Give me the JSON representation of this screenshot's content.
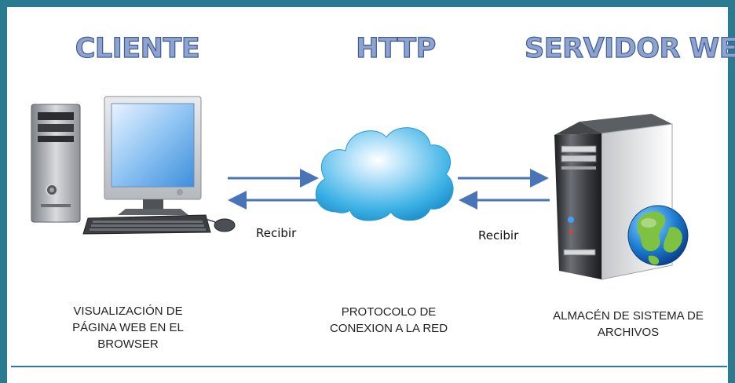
{
  "diagram": {
    "titles": {
      "client": "CLIENTE",
      "protocol": "HTTP",
      "server": "SERVIDOR WEB"
    },
    "captions": {
      "client": [
        "VISUALIZACIÓN DE",
        "PÁGINA WEB EN EL",
        "BROWSER"
      ],
      "protocol": [
        "PROTOCOLO DE",
        "CONEXION A LA RED"
      ],
      "server": [
        "ALMACÉN DE SISTEMA DE",
        "ARCHIVOS"
      ]
    },
    "arrow_labels": {
      "left": "Recibir",
      "right": "Recibir"
    },
    "colors": {
      "frame": "#2a7a92",
      "heading_fill": "#8fa3cf",
      "heading_stroke": "#3d5a95",
      "arrow": "#4a74b8",
      "cloud": "#3fb3e6"
    },
    "icons": [
      "desktop-computer-icon",
      "cloud-icon",
      "server-globe-icon"
    ]
  }
}
